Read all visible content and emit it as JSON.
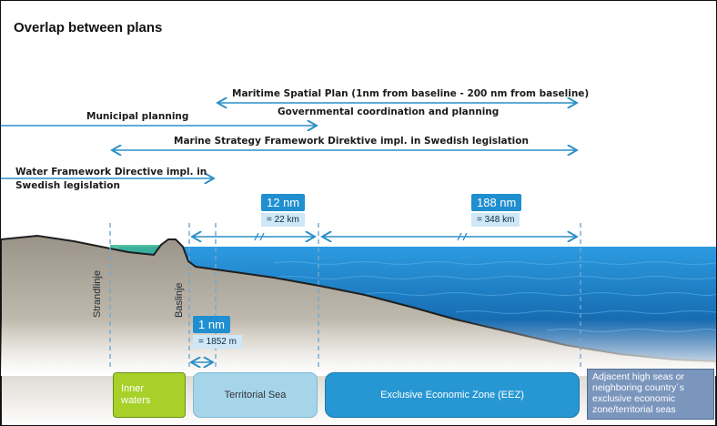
{
  "title": "Overlap between plans",
  "arrows": [
    {
      "id": "msp",
      "label": "Maritime Spatial Plan (1nm from baseline - 200 nm from baseline)"
    },
    {
      "id": "gov",
      "label": "Governmental coordination and planning"
    },
    {
      "id": "municipal",
      "label": "Municipal planning"
    },
    {
      "id": "msfd",
      "label": "Marine Strategy Framework Direktive impl. in Swedish legislation"
    },
    {
      "id": "wfd",
      "label_line1": "Water Framework Directive impl. in",
      "label_line2": "Swedish legislation"
    }
  ],
  "distances": {
    "territorial": {
      "primary": "12 nm",
      "secondary": "= 22 km"
    },
    "eez": {
      "primary": "188 nm",
      "secondary": "= 348 km"
    },
    "baseline": {
      "primary": "1 nm",
      "secondary": "= 1852 m"
    }
  },
  "vertical_labels": {
    "shoreline": "Strandlinje",
    "baseline": "Baslinje"
  },
  "zones": {
    "inner": {
      "line1": "Inner",
      "line2": "waters"
    },
    "territorial": "Territorial Sea",
    "eez": "Exclusive Economic Zone (EEZ)",
    "adjacent": {
      "line1": "Adjacent high seas or",
      "line2": "neighboring country´s",
      "line3": "exclusive economic",
      "line4": "zone/territorial seas"
    }
  },
  "colors": {
    "arrow": "#2a8fc6",
    "sea": "#1b7cc4",
    "inner_waters": "#a7d129",
    "territorial_sea": "#a6d5ea",
    "eez": "#2797d3",
    "adjacent": "#7b96bd"
  }
}
